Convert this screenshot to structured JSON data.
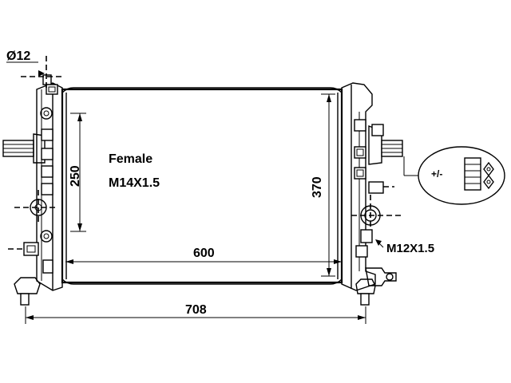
{
  "labels": {
    "diameter": "Ø12",
    "female": "Female",
    "thread_female": "M14X1.5",
    "thread_male": "M12X1.5",
    "dim_core_width": "600",
    "dim_overall_width": "708",
    "dim_core_height": "370",
    "dim_250": "250",
    "plus_minus": "+/-"
  },
  "colors": {
    "line": "#000000",
    "background": "#ffffff"
  },
  "icons": {
    "arrow": "arrow-icon",
    "sensor": "sensor-detail-icon"
  }
}
